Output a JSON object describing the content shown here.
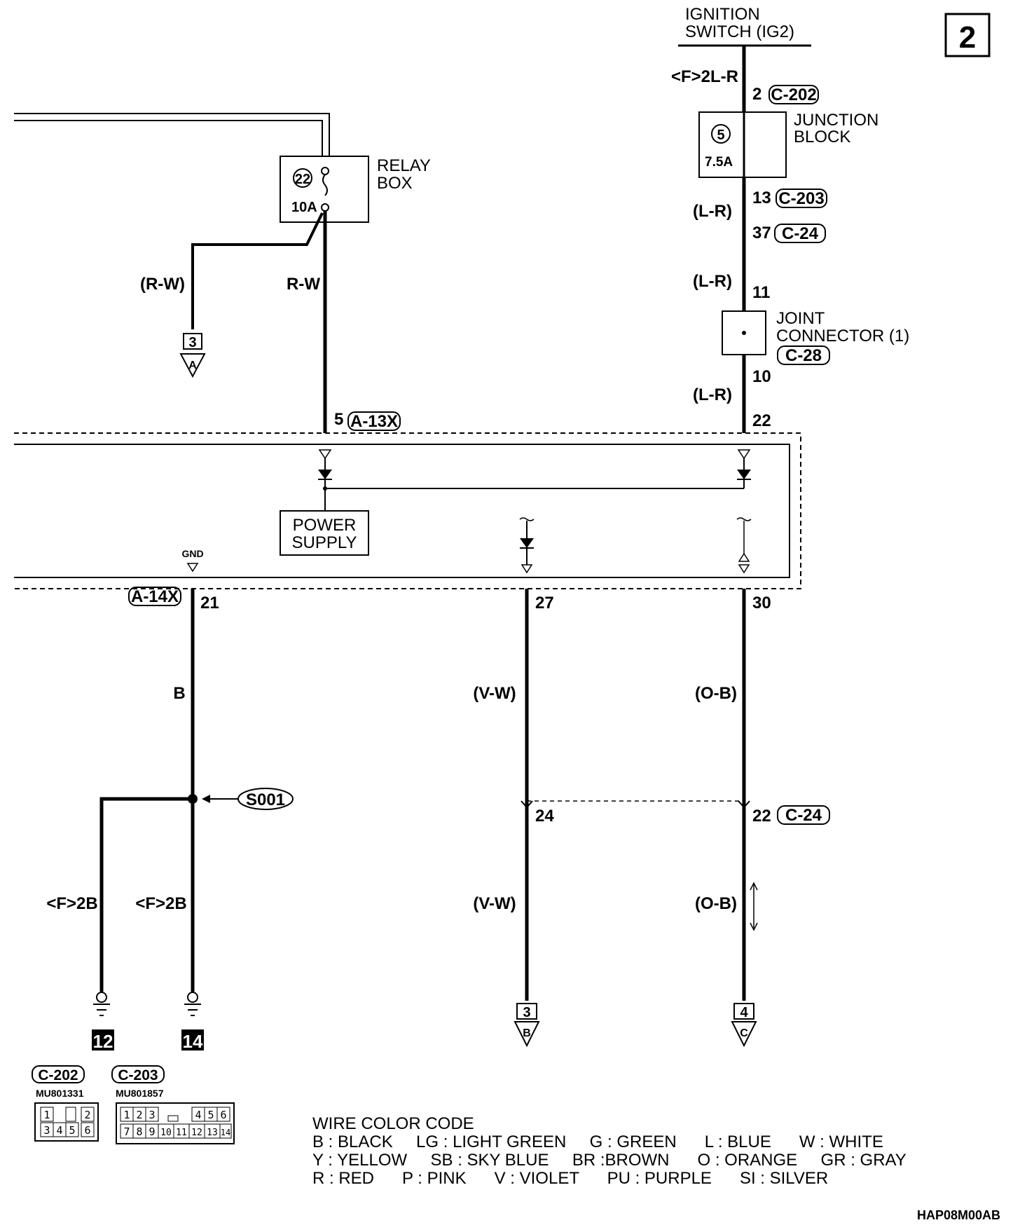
{
  "page_badge": "2",
  "ignition": {
    "line1": "IGNITION",
    "line2": "SWITCH (IG2)"
  },
  "labels": {
    "wire_ign": "<F>2L-R",
    "relay_line1": "RELAY",
    "relay_line2": "BOX",
    "relay_fuse_no": "22",
    "relay_fuse_amp": "10A",
    "jb_line1": "JUNCTION",
    "jb_line2": "BLOCK",
    "jb_fuse_no": "5",
    "jb_fuse_amp": "7.5A",
    "jc_line1": "JOINT",
    "jc_line2": "CONNECTOR (1)",
    "power_line1": "POWER",
    "power_line2": "SUPPLY",
    "gnd": "GND",
    "s001": "S001"
  },
  "connectors": {
    "c202": "C-202",
    "c203": "C-203",
    "c24": "C-24",
    "c28": "C-28",
    "a13x": "A-13X",
    "a14x": "A-14X"
  },
  "wire_colors": {
    "rw_paren": "(R-W)",
    "rw": "R-W",
    "lr": "(L-R)",
    "b": "B",
    "vw": "(V-W)",
    "ob": "(O-B)",
    "f2b": "<F>2B"
  },
  "pins": {
    "p2": "2",
    "p13": "13",
    "p37": "37",
    "p11": "11",
    "p10": "10",
    "p22": "22",
    "p5": "5",
    "p21": "21",
    "p27": "27",
    "p30": "30",
    "p24": "24"
  },
  "terminals": {
    "left_num": "3",
    "left_letter": "A",
    "mid_num": "3",
    "mid_letter": "B",
    "right_num": "4",
    "right_letter": "C",
    "ground1": "12",
    "ground2": "14"
  },
  "connector_views": {
    "c202_part": "MU801331",
    "c203_part": "MU801857",
    "c202_top": [
      "1",
      "2"
    ],
    "c202_bottom": [
      "3",
      "4",
      "5",
      "6"
    ],
    "c203_top_left": [
      "1",
      "2",
      "3"
    ],
    "c203_top_right": [
      "4",
      "5",
      "6"
    ],
    "c203_bottom": [
      "7",
      "8",
      "9",
      "10",
      "11",
      "12",
      "13",
      "14"
    ]
  },
  "legend": {
    "title": "WIRE COLOR CODE",
    "row1": "B : BLACK     LG : LIGHT GREEN     G : GREEN      L : BLUE      W : WHITE",
    "row2": "Y : YELLOW     SB : SKY BLUE     BR :BROWN      O : ORANGE     GR : GRAY",
    "row3": "R : RED      P : PINK      V : VIOLET      PU : PURPLE      SI : SILVER"
  },
  "footer_code": "HAP08M00AB"
}
